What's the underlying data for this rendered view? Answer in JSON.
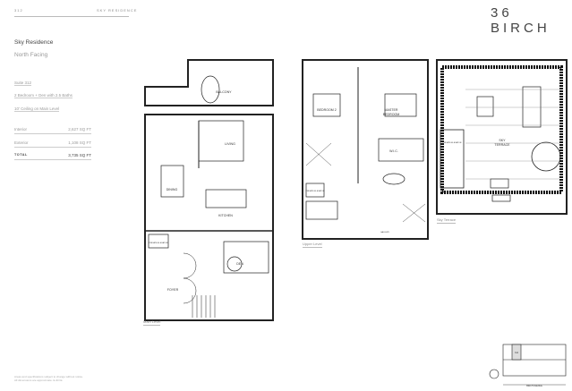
{
  "header": {
    "suite_number": "312",
    "collection": "SKY RESIDENCE",
    "brand": "36 BIRCH"
  },
  "unit": {
    "name": "Sky Residence",
    "orientation": "North Facing",
    "suite": "Suite 312",
    "layout": "2 Bedroom + Den with 2.5 Baths",
    "ceiling": "10' Ceiling on Main Level"
  },
  "areas": [
    {
      "label": "Interior",
      "value": "2,627 SQ FT"
    },
    {
      "label": "Exterior",
      "value": "1,108 SQ FT"
    },
    {
      "label": "TOTAL",
      "value": "3,735 SQ FT"
    }
  ],
  "plans": {
    "main": {
      "caption": "Main Level",
      "rooms": {
        "balcony": "BALCONY",
        "living": "LIVING",
        "dining": "DINING",
        "kitchen": "KITCHEN",
        "den": "DEN",
        "foyer": "FOYER",
        "elevator": "PRIVATE ELEVATOR"
      }
    },
    "upper": {
      "caption": "Upper Level",
      "rooms": {
        "bedroom2": "BEDROOM 2",
        "master": "MASTER",
        "master2": "BEDROOM",
        "wic": "W.I.C.",
        "elevator": "PRIVATE ELEVATOR",
        "gallery": "GALLERY"
      }
    },
    "terrace": {
      "caption": "Sky Terrace",
      "rooms": {
        "terrace1": "SKY",
        "terrace2": "TERRACE",
        "elevator": "PRIVATE ELEVATOR"
      }
    }
  },
  "keyplate": {
    "street": "BIRCH AVENUE",
    "highlighted_suite": "312"
  },
  "disclaimer": "Areas and specifications subject to change without notice. All dimensions are approximate. E.&O.E."
}
